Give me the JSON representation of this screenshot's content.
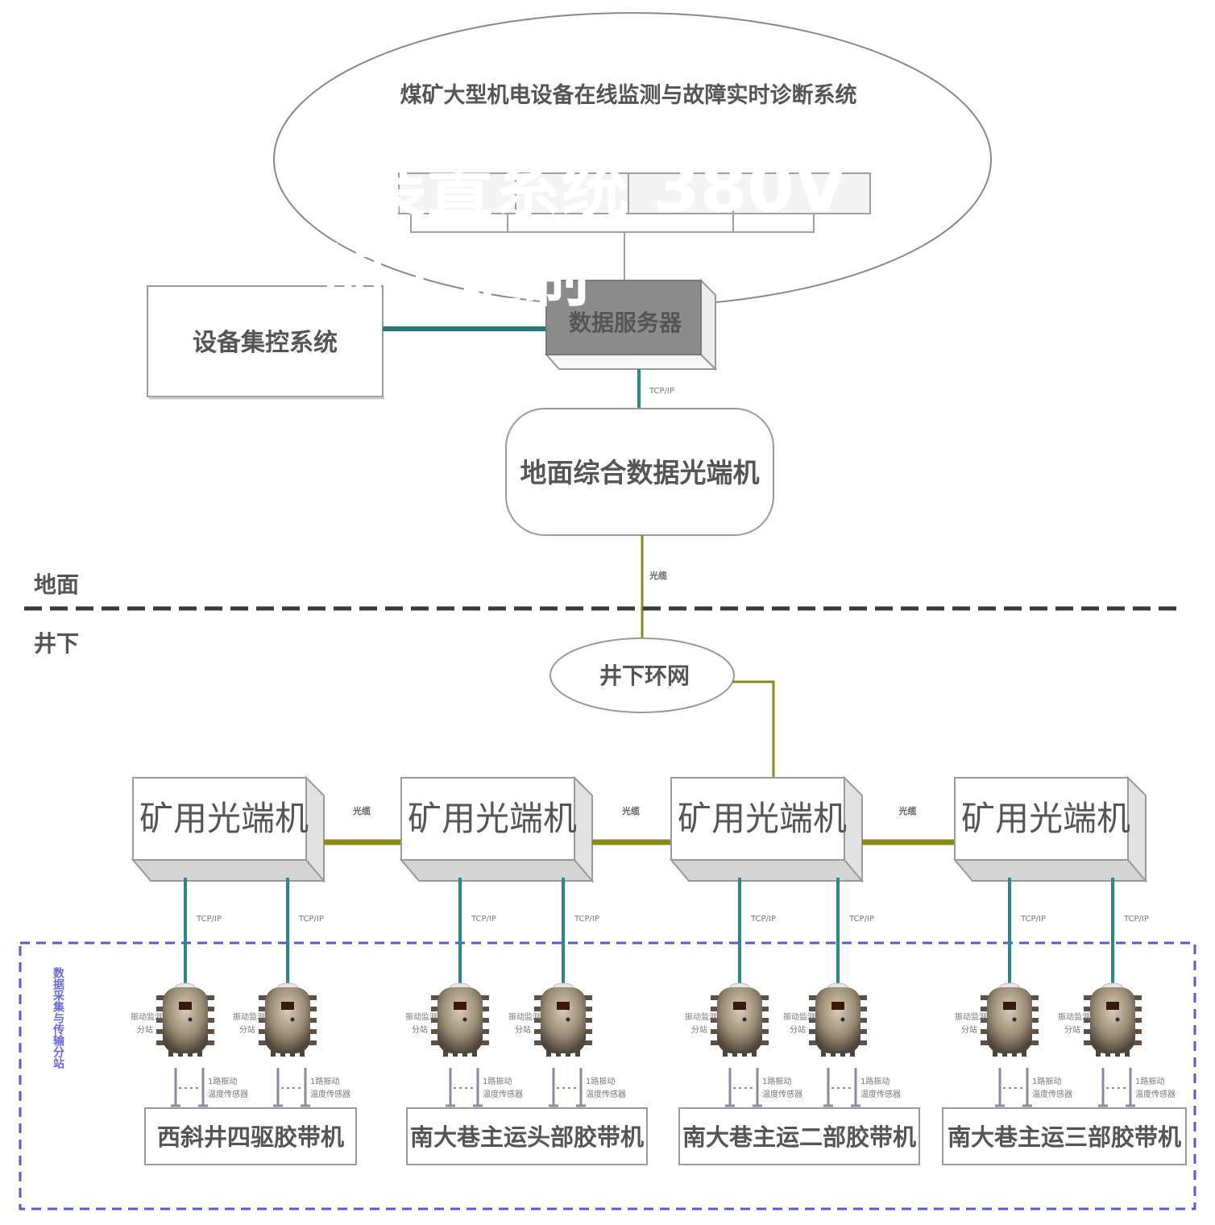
{
  "diagram": {
    "system_title": "煤矿大型机电设备在线监测与故障实时诊断系统",
    "control_system": "设备集控系统",
    "data_server": "数据服务器",
    "ground_terminal": "地面综合数据光端机",
    "zone_ground": "地面",
    "zone_underground": "井下",
    "ring_network": "井下环网",
    "mine_terminal_label": "矿用光端机",
    "link_tcpip": "TCP/IP",
    "link_fiber": "光缆",
    "acquisition_group_label": "数据采集与传输分站",
    "substation_label_line1": "振动监测",
    "substation_label_line2": "分站",
    "sensor_label_line1": "1路振动",
    "sensor_label_line2": "温度传感器",
    "conveyors": [
      "西斜井四驱胶带机",
      "南大巷主运头部胶带机",
      "南大巷主运二部胶带机",
      "南大巷主运三部胶带机"
    ],
    "watermark_line1": "装置系统 380V",
    "watermark_line2": "加工定制"
  },
  "colors": {
    "tcpip_line": "#2a8a8a",
    "fiber_line": "#8a8a1a",
    "server_fill": "#8c8c8c",
    "group_border": "#5a5ad0"
  }
}
